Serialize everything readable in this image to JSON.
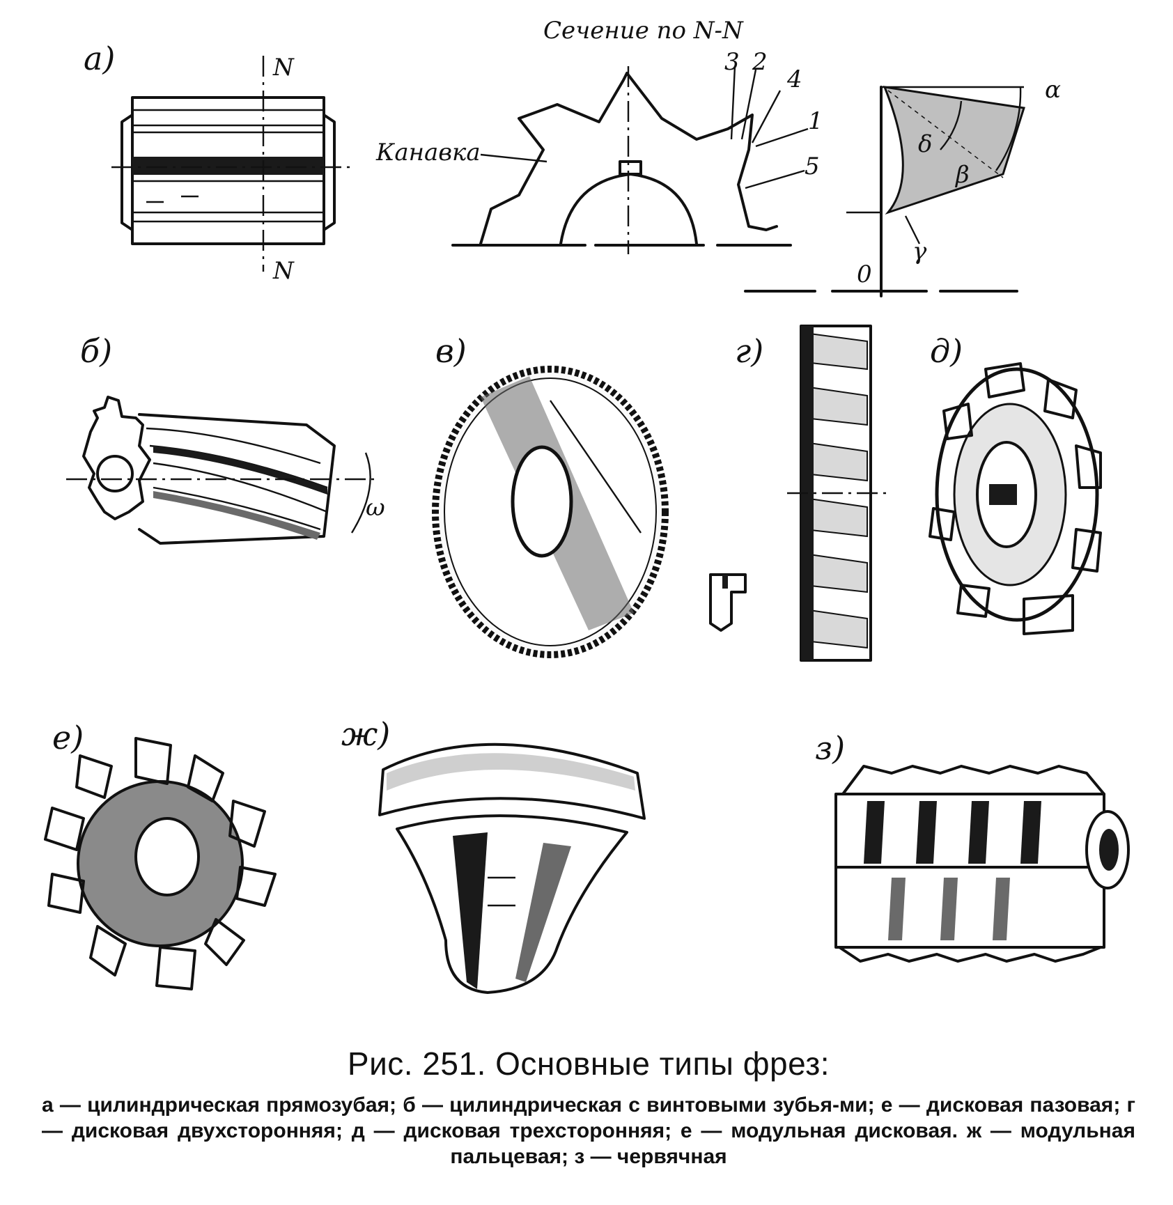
{
  "labels": {
    "a": "а)",
    "b": "б)",
    "v": "в)",
    "g": "г)",
    "d": "д)",
    "e": "е)",
    "zh": "ж)",
    "z": "з)"
  },
  "section": {
    "title": "Сечение по N-N",
    "groove": "Канавка",
    "n_top": "N",
    "n_bottom": "N",
    "callouts": [
      "3",
      "2",
      "4",
      "1",
      "5"
    ]
  },
  "angles": {
    "alpha": "α",
    "delta": "δ",
    "beta": "β",
    "gamma": "γ",
    "origin": "0"
  },
  "helix_angle": "ω",
  "caption": {
    "title": "Рис. 251. Основные типы фрез:",
    "body": "а — цилиндрическая прямозубая; б — цилиндрическая с винтовыми зубья-ми; е — дисковая пазовая; г — дисковая двухсторонняя; д — дисковая трехсторонняя; е — модульная дисковая. ж — модульная пальцевая; з — червячная"
  }
}
